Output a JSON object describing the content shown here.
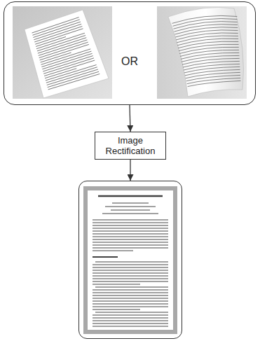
{
  "diagram": {
    "nodes": [
      {
        "text": [
          "OR"
        ]
      },
      {
        "text": [
          "Image Rectification"
        ]
      },
      {
        "text": []
      }
    ],
    "edges": [
      {
        "from": 0,
        "to": 1,
        "arrow": "to"
      },
      {
        "from": 1,
        "to": 2,
        "arrow": "to"
      }
    ]
  }
}
